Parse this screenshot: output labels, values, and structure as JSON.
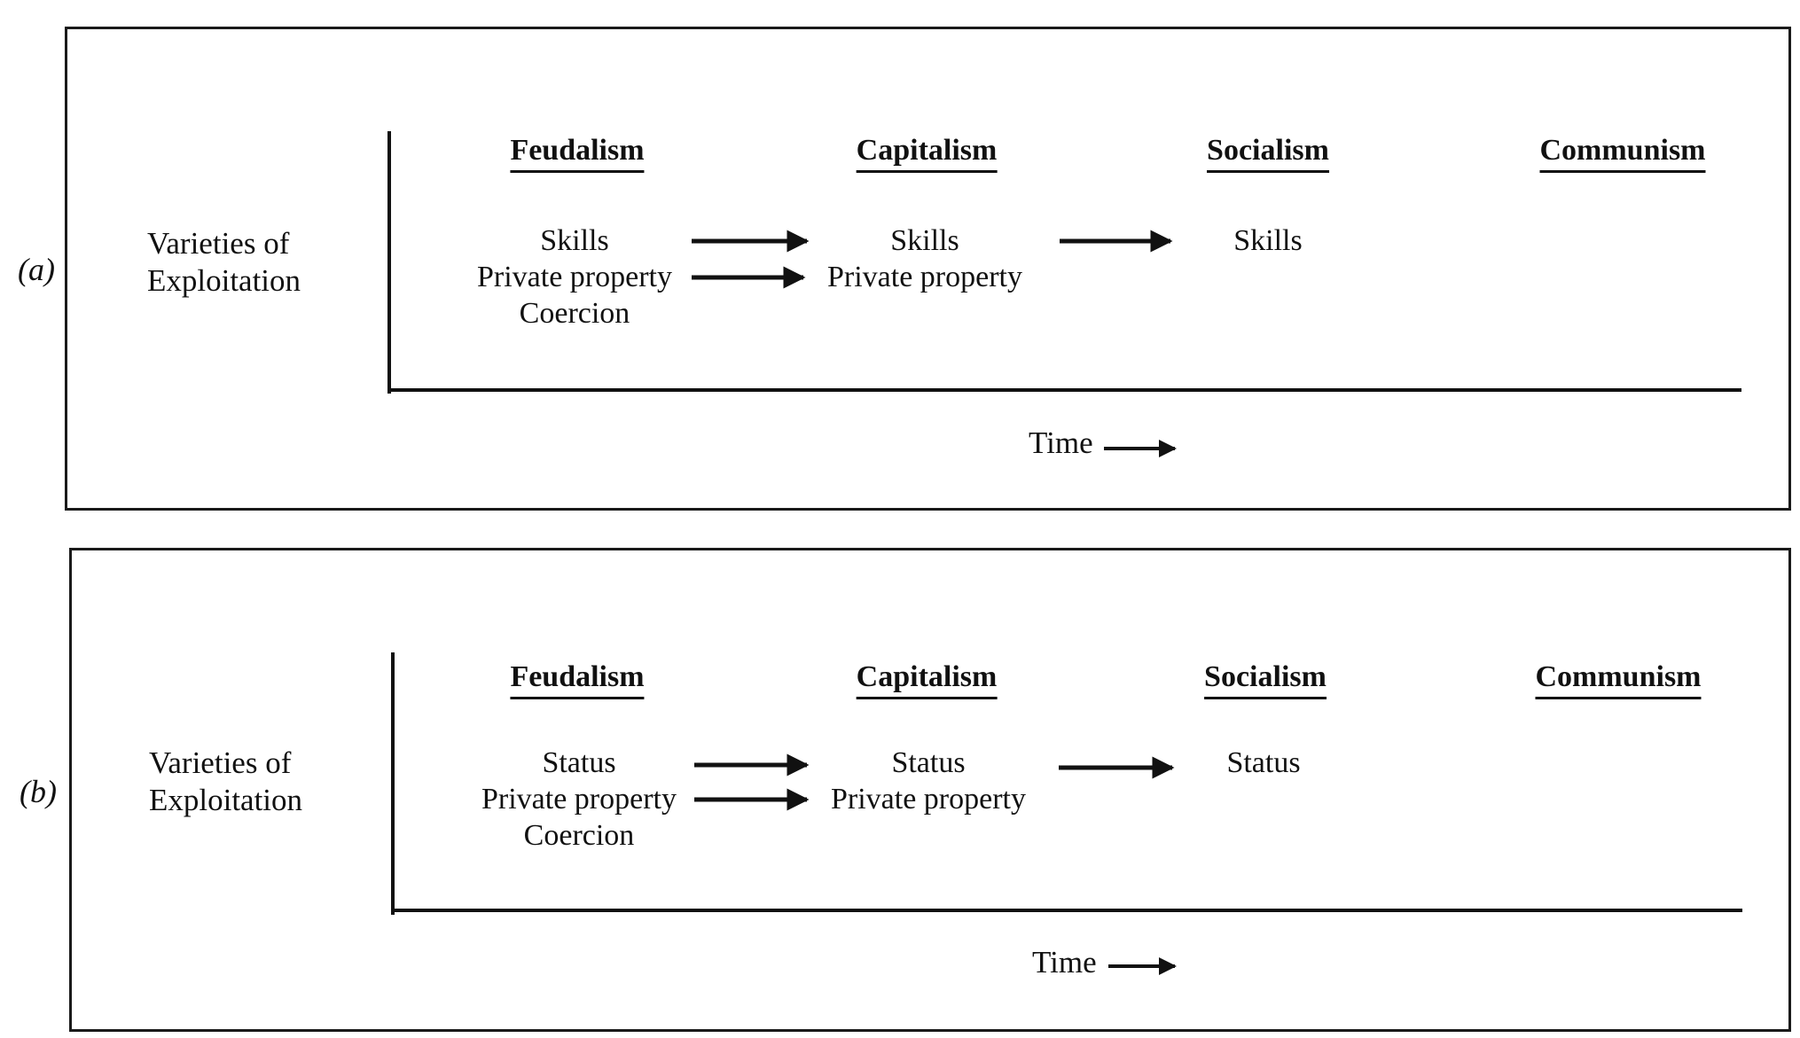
{
  "panels": [
    {
      "id": "a",
      "label": "(a)",
      "ylabel_line1": "Varieties of",
      "ylabel_line2": "Exploitation",
      "xlabel": "Time",
      "stages": [
        "Feudalism",
        "Capitalism",
        "Socialism",
        "Communism"
      ],
      "feudalism_items": [
        "Skills",
        "Private property",
        "Coercion"
      ],
      "capitalism_items": [
        "Skills",
        "Private property"
      ],
      "socialism_items": [
        "Skills"
      ]
    },
    {
      "id": "b",
      "label": "(b)",
      "ylabel_line1": "Varieties of",
      "ylabel_line2": "Exploitation",
      "xlabel": "Time",
      "stages": [
        "Feudalism",
        "Capitalism",
        "Socialism",
        "Communism"
      ],
      "feudalism_items": [
        "Status",
        "Private property",
        "Coercion"
      ],
      "capitalism_items": [
        "Status",
        "Private property"
      ],
      "socialism_items": [
        "Status"
      ]
    }
  ]
}
